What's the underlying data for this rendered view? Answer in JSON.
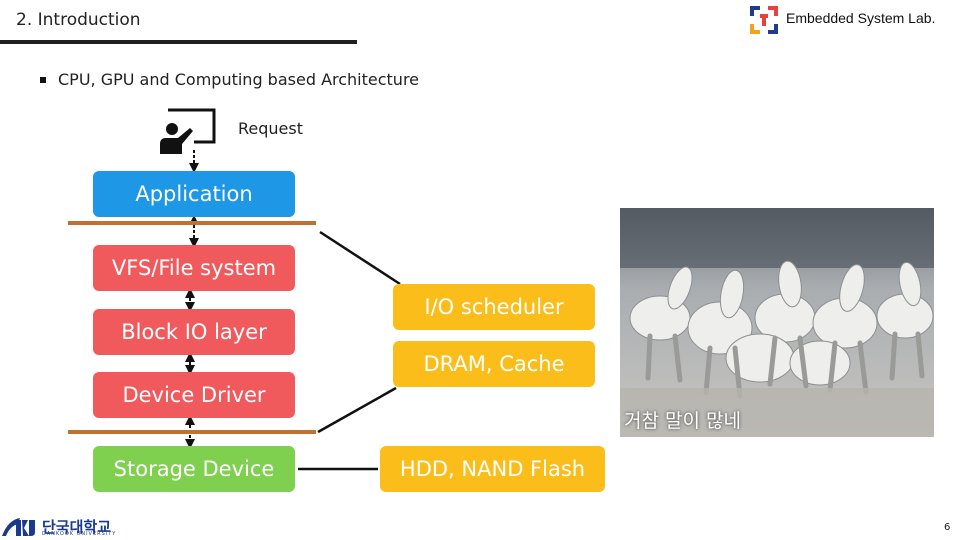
{
  "header": {
    "section_title": "2. Introduction",
    "lab_name": "Embedded System Lab."
  },
  "bullet": {
    "text": "CPU, GPU and Computing based Architecture"
  },
  "diagram": {
    "request_label": "Request",
    "layers": {
      "application": "Application",
      "vfs": "VFS/File system",
      "block_io": "Block IO layer",
      "device_driver": "Device Driver",
      "storage_device": "Storage Device"
    },
    "side_boxes": {
      "io_scheduler": "I/O scheduler",
      "dram_cache": "DRAM, Cache",
      "hdd_nand": "HDD, NAND Flash"
    },
    "colors": {
      "application": "#1e97e6",
      "kernel_layers": "#f05a5d",
      "storage": "#7ed04e",
      "side_boxes": "#fbbd1a",
      "boundary_lines": "#c0712f"
    }
  },
  "photo": {
    "caption": "거참 말이 많네"
  },
  "footer": {
    "university_name": "단국대학교",
    "university_sub": "DANKOOK UNIVERSITY",
    "page_number": "6"
  }
}
